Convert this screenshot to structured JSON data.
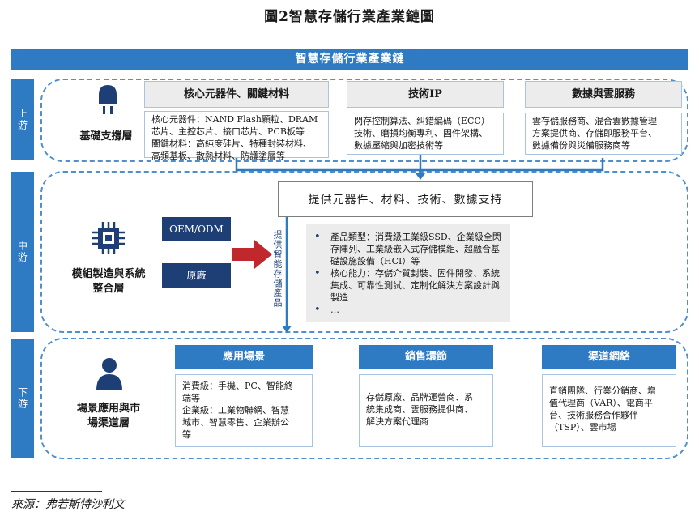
{
  "title": "圖2智慧存儲行業產業鏈圖",
  "banner": "智慧存儲行業產業鏈",
  "upstream": {
    "side_label": "上游",
    "label": "基礎支撐層",
    "icon": "lightbulb-icon",
    "columns": [
      {
        "header": "核心元器件、關鍵材料",
        "lines": [
          "核心元器件：NAND Flash顆粒、DRAM",
          "芯片、主控芯片、接口芯片、PCB板等",
          "關鍵材料：高純度硅片、特種封裝材料、",
          "高頻基板、散熱材料、防護塗層等"
        ]
      },
      {
        "header": "技術IP",
        "lines": [
          "閃存控制算法、糾錯編碼（ECC）",
          "技術、磨損均衡專利、固件架構、",
          "數據壓縮與加密技術等"
        ]
      },
      {
        "header": "數據與雲服務",
        "lines": [
          "雲存儲服務商、混合雲數據管理",
          "方案提供商、存儲即服務平台、",
          "數據備份與災備服務商等"
        ]
      }
    ]
  },
  "midstream": {
    "side_label": "中游",
    "label_lines": [
      "模組製造與系統",
      "整合層"
    ],
    "icon": "chip-icon",
    "oem_label": "OEM/ODM",
    "original_label": "原廠",
    "support_text": "提供元器件、材料、技術、數據支持",
    "vertical_text": "提供智能存儲產品",
    "bullets": [
      "產品類型：消費級工業級SSD、企業級全閃存陣列、工業級嵌入式存儲模組、超融合基礎設施設備（HCI）等",
      "核心能力：存儲介質封裝、固件開發、系統集成、可靠性測試、定制化解決方案設計與製造",
      "…"
    ]
  },
  "downstream": {
    "side_label": "下游",
    "label_lines": [
      "場景應用與市",
      "場渠道層"
    ],
    "icon": "user-icon",
    "columns": [
      {
        "header": "應用場景",
        "lines": [
          "消費級：手機、PC、智能終",
          "端等",
          "企業級：工業物聯網、智慧",
          "城市、智慧零售、企業辦公",
          "等"
        ]
      },
      {
        "header": "銷售環節",
        "lines": [
          "存儲原廠、品牌運營商、系",
          "統集成商、雲服務提供商、",
          "解決方案代理商"
        ]
      },
      {
        "header": "渠道網絡",
        "lines": [
          "直銷團隊、行業分銷商、增",
          "值代理商（VAR）、電商平",
          "台、技術服務合作夥伴",
          "（TSP）、雲市場"
        ]
      }
    ]
  },
  "source": "來源：弗若斯特沙利文",
  "colors": {
    "accent": "#2e7bc4",
    "navy": "#1d3f76",
    "arrow": "#c0282d"
  }
}
